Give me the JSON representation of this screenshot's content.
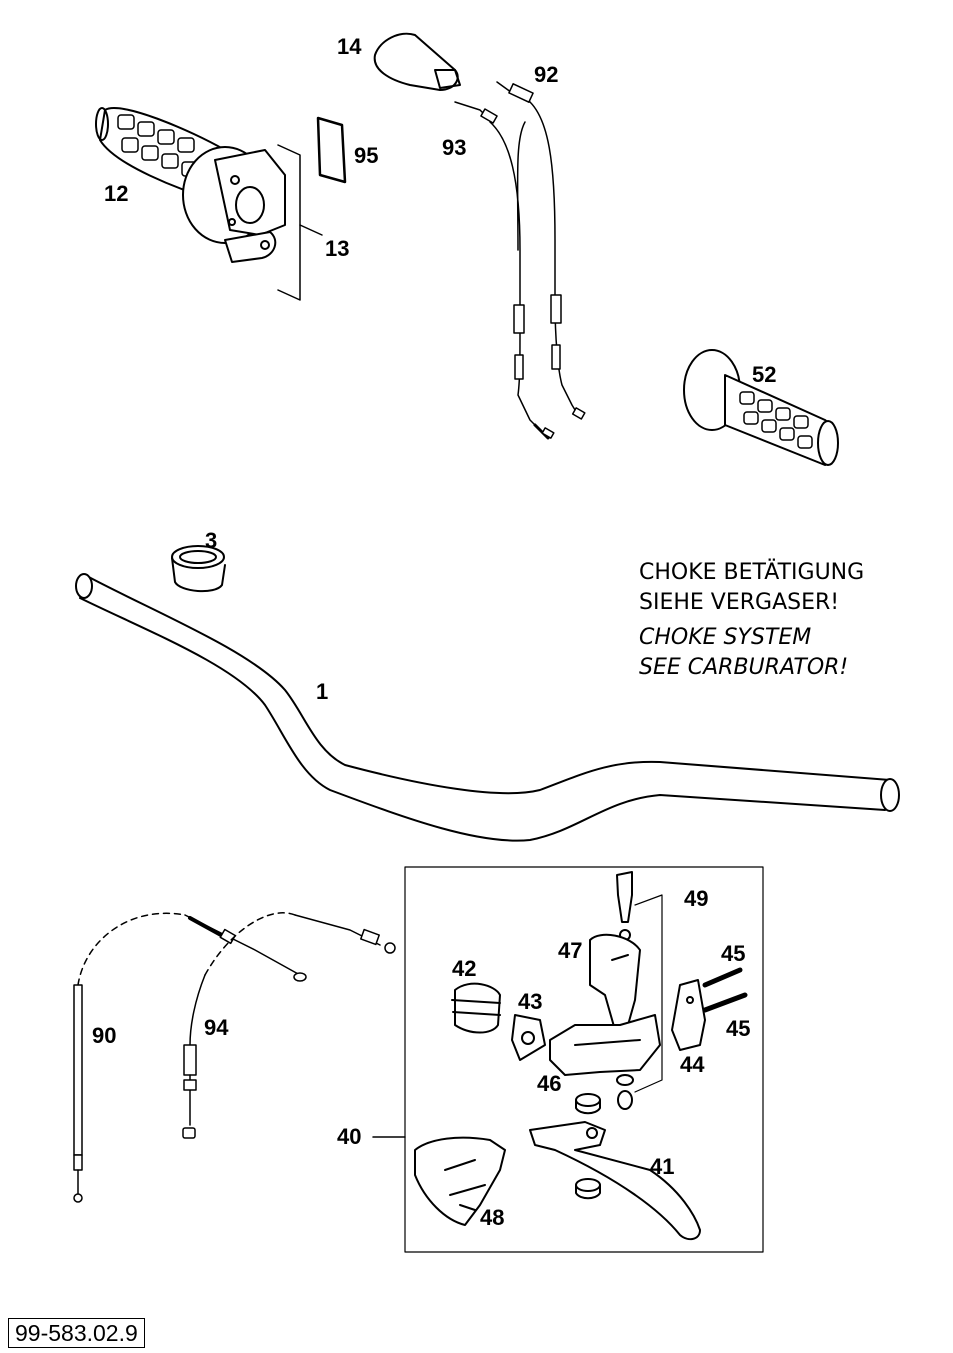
{
  "labels": {
    "p1": "1",
    "p3": "3",
    "p12": "12",
    "p13": "13",
    "p14": "14",
    "p40": "40",
    "p41": "41",
    "p42": "42",
    "p43": "43",
    "p44": "44",
    "p45a": "45",
    "p45b": "45",
    "p46": "46",
    "p47": "47",
    "p48": "48",
    "p49": "49",
    "p52": "52",
    "p90": "90",
    "p92": "92",
    "p93": "93",
    "p94": "94",
    "p95": "95"
  },
  "note": {
    "de_line1": "CHOKE BETÄTIGUNG",
    "de_line2": "SIEHE VERGASER!",
    "en_line1": "CHOKE SYSTEM",
    "en_line2": "SEE CARBURATOR!"
  },
  "drawing_code": "99-583.02.9"
}
